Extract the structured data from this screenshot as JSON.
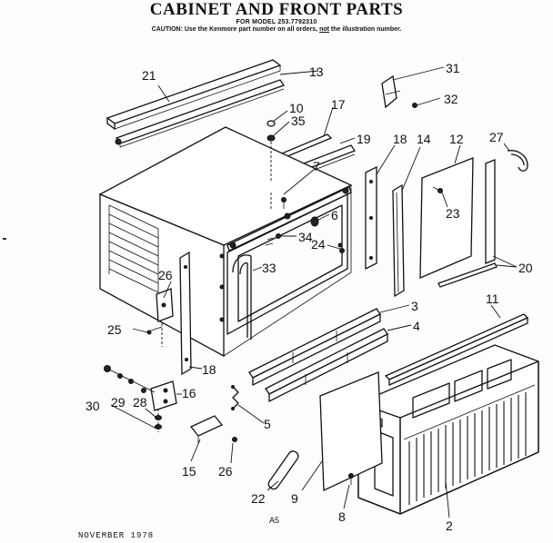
{
  "header": {
    "title": "CABINET AND FRONT PARTS",
    "model": "FOR MODEL 253.7792310",
    "caution_prefix": "CAUTION: Use the Kenmore part number on all orders,",
    "caution_not": "not",
    "caution_suffix": "the illustration number."
  },
  "footer": {
    "page_code": "A5",
    "date": "NOVEMBER 1978"
  },
  "callouts": {
    "c2": "2",
    "c3": "3",
    "c4": "4",
    "c5": "5",
    "c6": "6",
    "c7": "7",
    "c8": "8",
    "c9": "9",
    "c10": "10",
    "c11": "11",
    "c12": "12",
    "c13": "13",
    "c14": "14",
    "c15": "15",
    "c16": "16",
    "c17": "17",
    "c18a": "18",
    "c18b": "18",
    "c19": "19",
    "c20": "20",
    "c21": "21",
    "c22": "22",
    "c23": "23",
    "c24": "24",
    "c25": "25",
    "c26a": "26",
    "c26b": "26",
    "c27": "27",
    "c28": "28",
    "c29": "29",
    "c30": "30",
    "c31": "31",
    "c32": "32",
    "c33": "33",
    "c34": "34",
    "c35": "35"
  }
}
